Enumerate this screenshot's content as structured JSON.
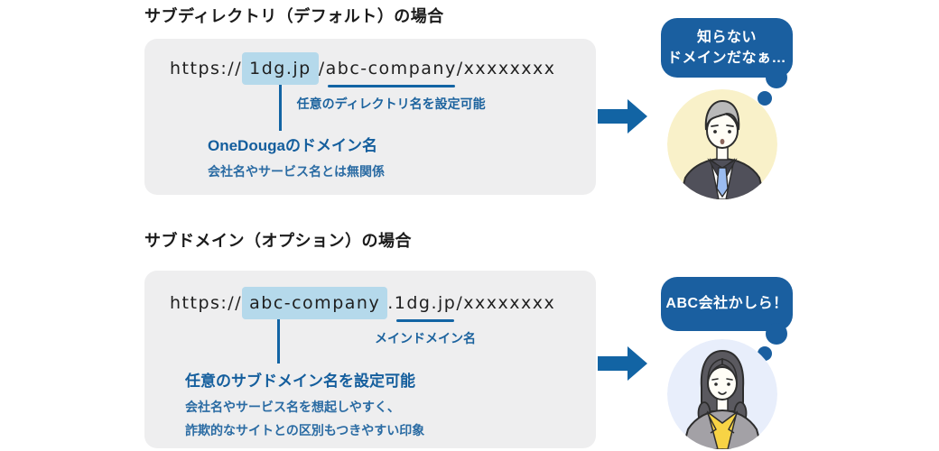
{
  "colors": {
    "accent_line_blue": "#1264a4",
    "bubble_blue": "#1a5fa0",
    "text_blue": "#1c639e",
    "callout_title_blue": "#145e9d",
    "highlight_blue": "#b5d9eb",
    "panel_gray": "#eeeeef",
    "avatar_bg_yellow": "#f9f1c9",
    "avatar_bg_lavender": "#e8eefb",
    "url_text": "#1f1f1f"
  },
  "sections": [
    {
      "title": "サブディレクトリ（デフォルト）の場合",
      "url": {
        "prefix": "https://",
        "highlight": "1dg.jp",
        "mid": "/",
        "underlined": "abc-company",
        "suffix": "/xxxxxxxx",
        "underline_caption": "任意のディレクトリ名を設定可能"
      },
      "callout": {
        "title": "OneDougaのドメイン名",
        "notes": [
          "会社名やサービス名とは無関係"
        ]
      },
      "bubble": {
        "lines": [
          "知らない",
          "ドメインだなぁ…"
        ]
      },
      "avatar": {
        "icon": "businessman-avatar",
        "bg": "#f9f1c9"
      }
    },
    {
      "title": "サブドメイン（オプション）の場合",
      "url": {
        "prefix": "https://",
        "highlight": "abc-company",
        "mid": ".",
        "underlined": "1dg.jp",
        "suffix": "/xxxxxxxx",
        "underline_caption": "メインドメイン名"
      },
      "callout": {
        "title": "任意のサブドメイン名を設定可能",
        "notes": [
          "会社名やサービス名を想起しやすく、",
          "詐欺的なサイトとの区別もつきやすい印象"
        ]
      },
      "bubble": {
        "lines": [
          "ABC会社かしら！"
        ]
      },
      "avatar": {
        "icon": "businesswoman-avatar",
        "bg": "#e8eefb"
      }
    }
  ]
}
